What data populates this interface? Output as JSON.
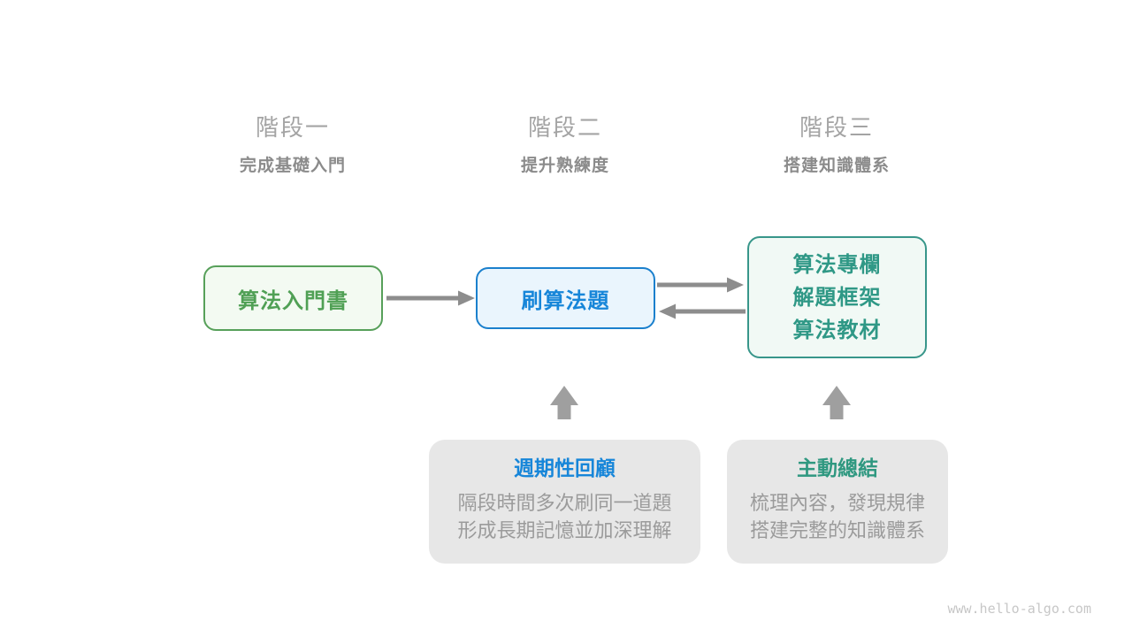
{
  "canvas": {
    "background": "#ffffff"
  },
  "stages": [
    {
      "title": "階段一",
      "subtitle": "完成基礎入門"
    },
    {
      "title": "階段二",
      "subtitle": "提升熟練度"
    },
    {
      "title": "階段三",
      "subtitle": "搭建知識體系"
    }
  ],
  "nodes": {
    "intro_book": {
      "label": "算法入門書",
      "text_color": "#50a055",
      "border_color": "#57a05a",
      "bg_color": "#f3faf2"
    },
    "practice": {
      "label": "刷算法題",
      "text_color": "#1786d9",
      "border_color": "#1b80cd",
      "bg_color": "#eaf5fd"
    },
    "advanced": {
      "lines": [
        "算法專欄",
        "解題框架",
        "算法教材"
      ],
      "text_color": "#2f9886",
      "border_color": "#38968a",
      "bg_color": "#f1f9f5"
    }
  },
  "callouts": [
    {
      "title": "週期性回顧",
      "title_color": "#1786d9",
      "lines": [
        "隔段時間多次刷同一道題",
        "形成長期記憶並加深理解"
      ]
    },
    {
      "title": "主動總結",
      "title_color": "#2f9880",
      "lines": [
        "梳理內容，發現規律",
        "搭建完整的知識體系"
      ]
    }
  ],
  "arrows": {
    "line_color": "#8d8d8d",
    "block_color": "#9f9f9f"
  },
  "watermark": "www.hello-algo.com"
}
